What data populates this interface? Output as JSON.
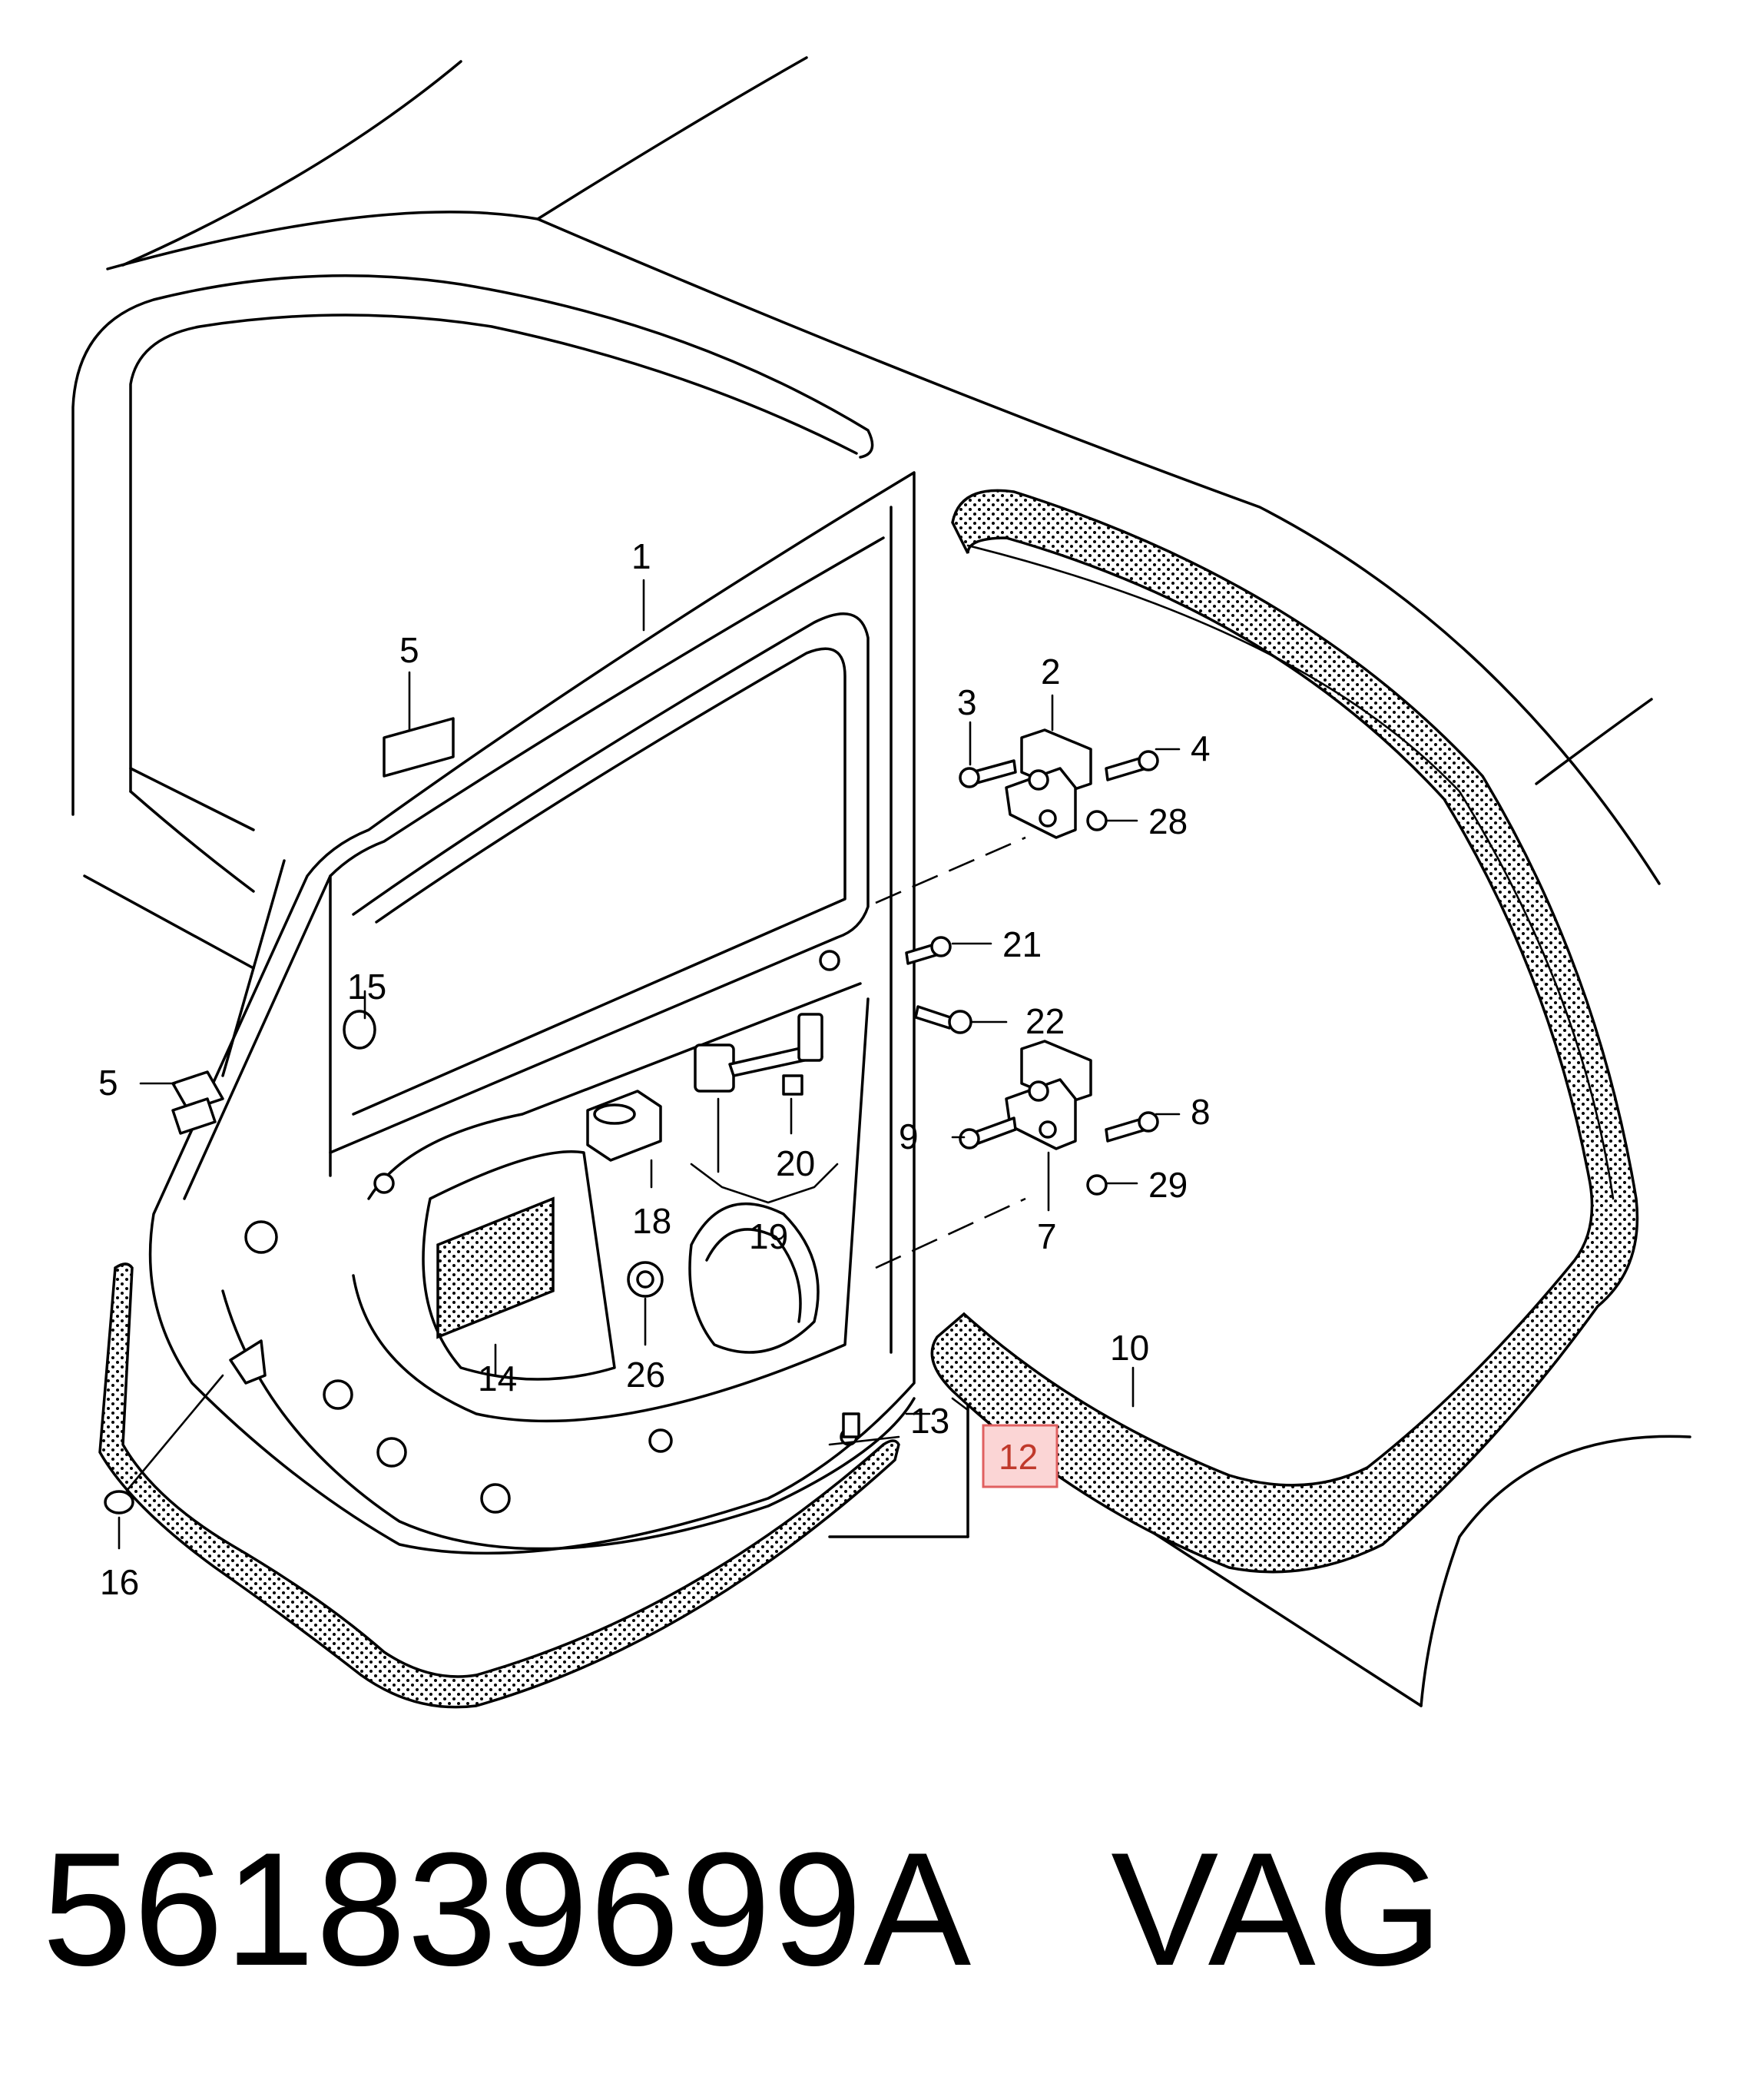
{
  "callouts": [
    {
      "id": "1",
      "text": "1"
    },
    {
      "id": "2",
      "text": "2"
    },
    {
      "id": "3",
      "text": "3"
    },
    {
      "id": "4",
      "text": "4"
    },
    {
      "id": "5a",
      "text": "5"
    },
    {
      "id": "5b",
      "text": "5"
    },
    {
      "id": "7",
      "text": "7"
    },
    {
      "id": "8",
      "text": "8"
    },
    {
      "id": "9",
      "text": "9"
    },
    {
      "id": "10",
      "text": "10"
    },
    {
      "id": "12",
      "text": "12",
      "highlighted": true
    },
    {
      "id": "13",
      "text": "13"
    },
    {
      "id": "14",
      "text": "14"
    },
    {
      "id": "15",
      "text": "15"
    },
    {
      "id": "16",
      "text": "16"
    },
    {
      "id": "18",
      "text": "18"
    },
    {
      "id": "19",
      "text": "19"
    },
    {
      "id": "20",
      "text": "20"
    },
    {
      "id": "21",
      "text": "21"
    },
    {
      "id": "22",
      "text": "22"
    },
    {
      "id": "26",
      "text": "26"
    },
    {
      "id": "28",
      "text": "28"
    },
    {
      "id": "29",
      "text": "29"
    }
  ],
  "footer": {
    "part_number": "561839699A",
    "brand": "VAG"
  },
  "colors": {
    "highlight_fill": "#fbd5d5",
    "highlight_stroke": "#e06060",
    "line": "#000000"
  }
}
